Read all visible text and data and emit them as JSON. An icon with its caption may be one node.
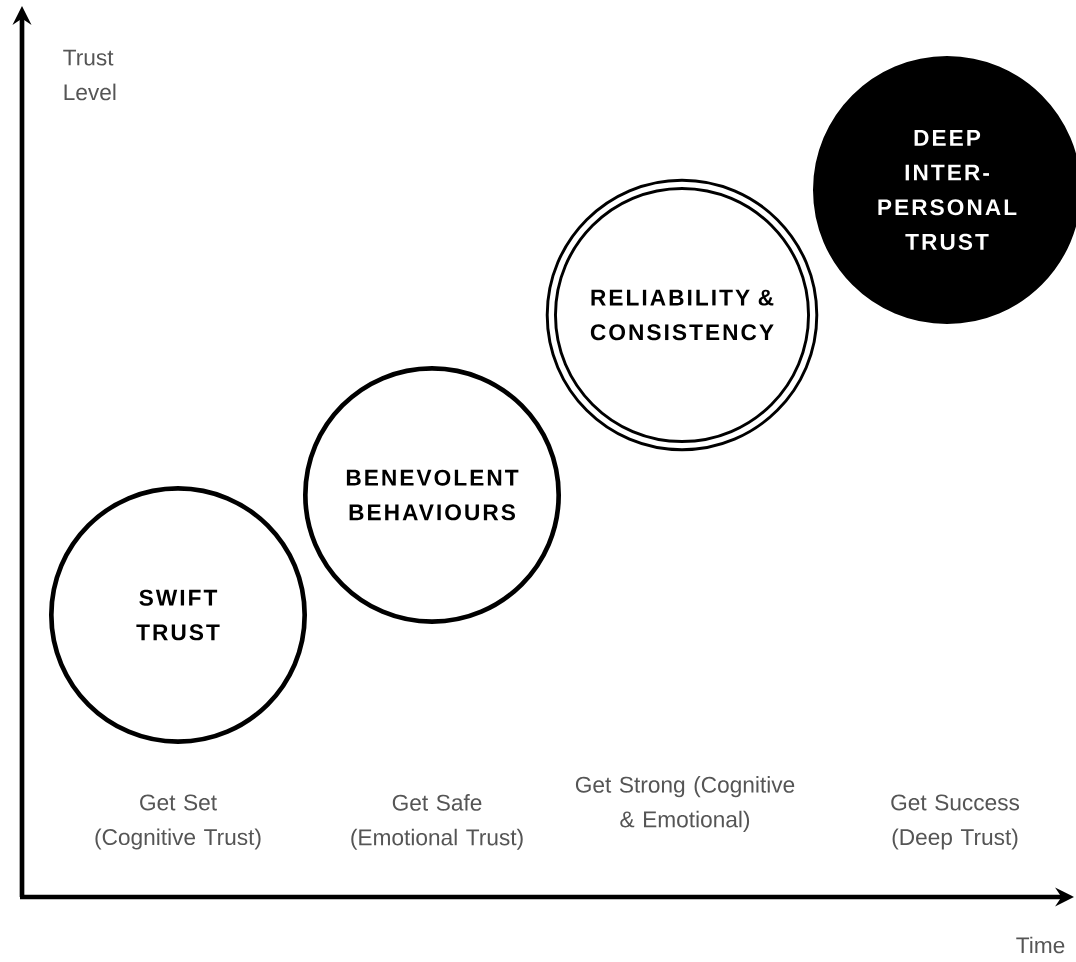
{
  "diagram": {
    "nodes": [
      {
        "text": [
          "SWIFT TRUST"
        ]
      },
      {
        "text": [
          "BENEVOLENT BEHAVIOURS"
        ]
      },
      {
        "text": [
          "RELIABILITY & CONSISTENCY"
        ]
      },
      {
        "text": [
          "DEEP INTER- PERSONAL TRUST"
        ]
      }
    ],
    "edges": [],
    "labels": [
      "Trust Level",
      "Get Set (Cognitive Trust)",
      "Get Safe (Emotional Trust)",
      "Get Strong (Cognitive & Emotional)",
      "Get Success (Deep Trust)",
      "Time"
    ]
  }
}
